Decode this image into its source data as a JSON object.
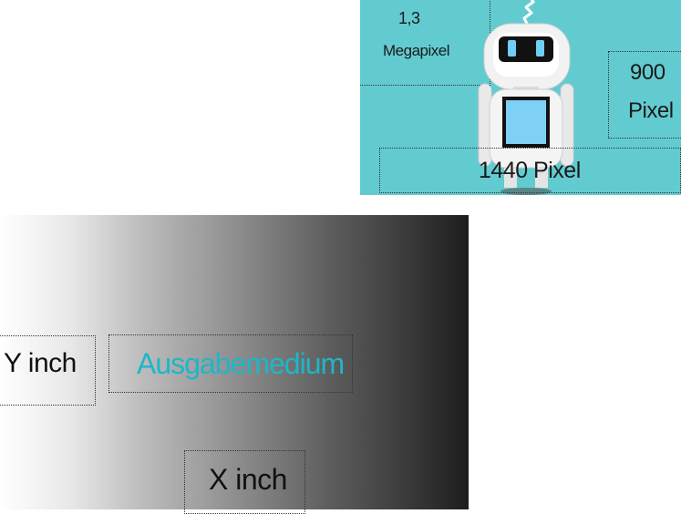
{
  "screen_panel": {
    "megapixel_value": "1,3",
    "megapixel_unit": "Megapixel",
    "height_value": "900",
    "height_unit": "Pixel",
    "width_label": "1440 Pixel",
    "background_color": "#62cbd0",
    "illustration": "robot-icon"
  },
  "output_panel": {
    "y_label": "Y inch",
    "medium_label": "Ausgabemedium",
    "x_label": "X inch",
    "medium_color": "#1eb6c8"
  }
}
